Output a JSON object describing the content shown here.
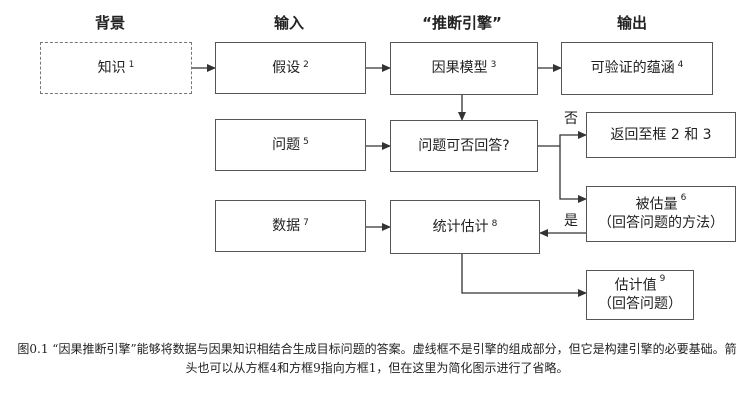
{
  "headers": {
    "background": "背景",
    "input": "输入",
    "engine": "“推断引擎”",
    "output": "输出"
  },
  "boxes": {
    "knowledge": {
      "label": "知识",
      "num": "1"
    },
    "assumptions": {
      "label": "假设",
      "num": "2"
    },
    "causal_model": {
      "label": "因果模型",
      "num": "3"
    },
    "testable": {
      "label": "可验证的蕴涵",
      "num": "4"
    },
    "question": {
      "label": "问题",
      "num": "5"
    },
    "answerable": {
      "label": "问题可否回答?"
    },
    "return": {
      "label": "返回至框 2 和 3"
    },
    "estimand": {
      "label": "被估量",
      "num": "6",
      "sub": "（回答问题的方法）"
    },
    "data": {
      "label": "数据",
      "num": "7"
    },
    "stat_est": {
      "label": "统计估计",
      "num": "8"
    },
    "estimate": {
      "label": "估计值",
      "num": "9",
      "sub": "（回答问题）"
    }
  },
  "edge_labels": {
    "no": "否",
    "yes": "是"
  },
  "caption": "图0.1 “因果推断引擎”能够将数据与因果知识相结合生成目标问题的答案。虚线框不是引擎的组成部分，但它是构建引擎的必要基础。箭头也可以从方框4和方框9指向方框1，但在这里为简化图示进行了省略。",
  "colors": {
    "line": "#333333",
    "border": "#555555"
  }
}
